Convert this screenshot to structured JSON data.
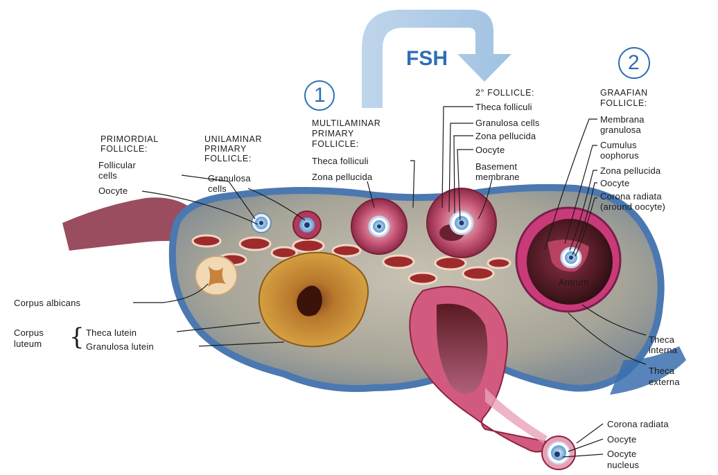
{
  "annotations": {
    "fsh": "FSH",
    "step1": "1",
    "step2": "2"
  },
  "labels": {
    "primordial_title_1": "PRIMORDIAL",
    "primordial_title_2": "FOLLICLE:",
    "follicular_cells_1": "Follicular",
    "follicular_cells_2": "cells",
    "oocyte_primordial": "Oocyte",
    "unilaminar_title_1": "UNILAMINAR",
    "unilaminar_title_2": "PRIMARY",
    "unilaminar_title_3": "FOLLICLE:",
    "granulosa_cells_1": "Granulosa",
    "granulosa_cells_2": "cells",
    "multilaminar_title_1": "MULTILAMINAR",
    "multilaminar_title_2": "PRIMARY",
    "multilaminar_title_3": "FOLLICLE:",
    "theca_folliculi_multi": "Theca folliculi",
    "zona_pellucida_multi": "Zona pellucida",
    "secondary_title": "2° FOLLICLE:",
    "theca_folliculi_2": "Theca folliculi",
    "granulosa_cells_2nd": "Granulosa cells",
    "zona_pellucida_2": "Zona pellucida",
    "oocyte_2": "Oocyte",
    "basement_membrane_1": "Basement",
    "basement_membrane_2": "membrane",
    "graafian_title_1": "GRAAFIAN",
    "graafian_title_2": "FOLLICLE:",
    "membrana_granulosa_1": "Membrana",
    "membrana_granulosa_2": "granulosa",
    "cumulus_oophorus_1": "Cumulus",
    "cumulus_oophorus_2": "oophorus",
    "zona_pellucida_g": "Zona pellucida",
    "oocyte_g": "Oocyte",
    "corona_radiata_g_1": "Corona radiata",
    "corona_radiata_g_2": "(around oocyte)",
    "antrum": "Antrum",
    "corpus_albicans": "Corpus albicans",
    "corpus_luteum_1": "Corpus",
    "corpus_luteum_2": "luteum",
    "theca_lutein": "Theca lutein",
    "granulosa_lutein": "Granulosa lutein",
    "theca_interna_1": "Theca",
    "theca_interna_2": "interna",
    "theca_externa_1": "Theca",
    "theca_externa_2": "externa",
    "corona_radiata_ov": "Corona radiata",
    "oocyte_ov": "Oocyte",
    "oocyte_nucleus_1": "Oocyte",
    "oocyte_nucleus_2": "nucleus"
  }
}
